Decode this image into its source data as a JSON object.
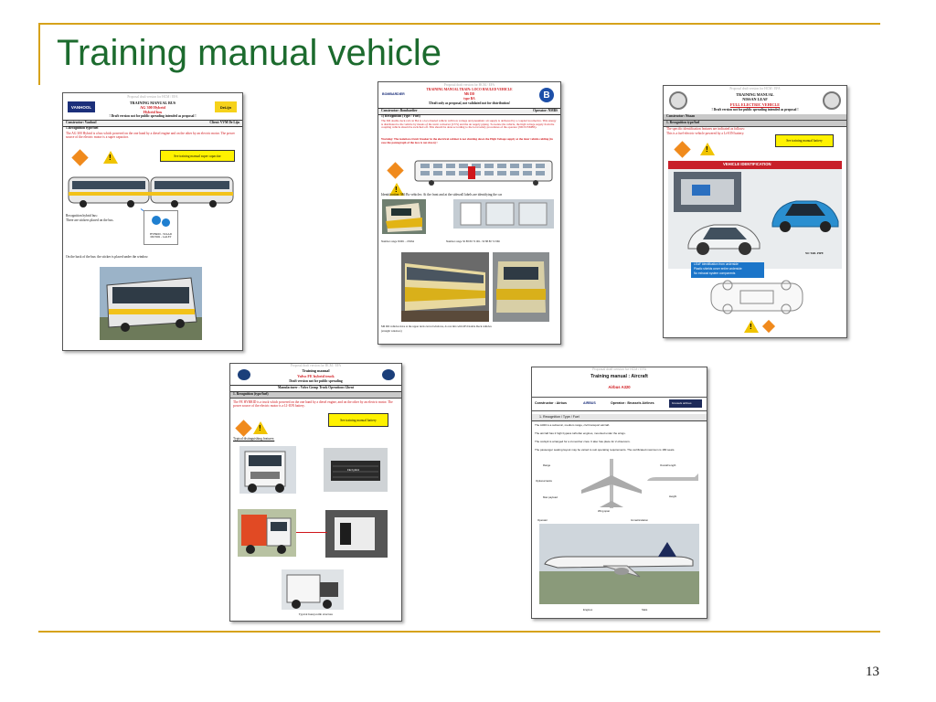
{
  "slide": {
    "title": "Training manual vehicle",
    "page_number": "13"
  },
  "colors": {
    "accent_gold": "#d6a21b",
    "title_green": "#1c6b2e",
    "warning_red": "#d0161b"
  },
  "doc_bus": {
    "logo_left": "VANHOOL",
    "logo_right": "DeLijn",
    "header_grey": "Proposal draft version for HCM / EFA",
    "line1": "TRAINING MANUAL BUS",
    "line2": "AG 300 Hybrid",
    "line3": "Hybrid bus",
    "line4": "! Draft version not for public spreading intended as proposal !",
    "constructor": "Constructor: Vanhool",
    "client": "Client: VVM De Lijn",
    "section": "1.Recognition type/fuel",
    "red_text": "The AG 300 Hybrid is a bus which powered on the one hand by a diesel engine and on the other by an electric motor. The power source of the electric motor is a super capacitor.",
    "ybox": "See training manual super capacitor",
    "sticker_text": "HYBRID - STAAD MOTOR - GALET",
    "recog1": "Recognition hybrid bus:",
    "recog2": "There are stickers placed on the bus.",
    "back_text": "On the back of the bus: the sticker is placed under the window."
  },
  "doc_train": {
    "header_grey": "Proposal draft version for HCM / EFA",
    "line1": "TRAINING MANUAL TRAIN: LOCO HAULED VEHICLE",
    "line2": "M6 DD",
    "line3": "type BA",
    "line4": "!Draft only as proposal, not validated not for distribution!",
    "brand_left": "BOMBARDIER",
    "logo_right": "B",
    "constructor": "Constructor: Bombardier",
    "operator": "Operator: NMBS",
    "section": "1) Recognition (Type / Fuel)",
    "red_text": "The M6 double deck rail car BA is a loco hauled vehicle with low voltage and pneumatic air supply is delivered by a coupled locomotive. This energy is distributed to the vehicle by means of the static converter (CVS) and the air supply piping. To isolate the vehicle, the high voltage supply from the coupling vehicle should be switched off. This should be done according to the local safety procedures of the operator (NICE/NMBS).",
    "warning_text": "Warning: The isolation circuit breaker in the electrical cabinet is not shutting down the High Voltage supply at the inter vehicle cabling (in case the pantograph of the loco is not down) !",
    "ident": "Identification: M6 Bx vehicles: At the front and at the sidewall labels are identifying the car",
    "num1": "Number range 65001 – 65064",
    "num2": "Number range 50 88 80 72 001- 50 88 80 72 066",
    "bottom1": "M6 DD vehicles have at the upper deck curved windows, do not mix with M5 Double Deck vehicles",
    "bottom2": "(straight windows)"
  },
  "doc_leaf": {
    "header_grey": "Proposal draft version for HCM / EFA",
    "line1": "TRAINING MANUAL",
    "line2": "NISSAN LEAF",
    "line3": "FULL ELECTRIC VEHICLE",
    "line4": "! Draft version not for public spreading intended as proposal !",
    "constructor": "Constructor: Nissan",
    "section": "1. Recognition type/fuel",
    "red_text1": "The specific identification features are indicated as follows:",
    "red_text2": "This is a fuel-electric vehicle powered by a Li-ION battery.",
    "ybox": "See training manual battery",
    "banner": "VEHICLE IDENTIFICATION",
    "tailpipe": "NO TAIL PIPE",
    "list": [
      "LEAF identification from underside",
      "Plastic shields cover entire underside",
      "No exhaust system components"
    ]
  },
  "doc_truck": {
    "header_grey": "Proposal draft version for HCM / EFA",
    "line1": "Training manual",
    "line2": "Volvo FE hybrid truck",
    "line3": "Draft version not for public spreading",
    "line4": "Manufacturer : Volvo Group Truck Operations Ghent",
    "section": "1. Recognition (type/fuel)",
    "red_text": "The FE HYBRID is a truck which powered on the one hand by a diesel engine, and on the other by an electric motor. The power source of the electric motor is a LI-ION battery.",
    "ybox": "See training manual battery",
    "typical": "Typical distinguishing features:",
    "badge": "FE hybrid",
    "caption": "Typical honeycomb structure"
  },
  "doc_aircraft": {
    "header_grey": "Proposal draft version for HCM / EFA",
    "line1": "Training manual : Aircraft",
    "line2": "Airbus A320",
    "constructor": "Constructor : Airbus",
    "brand": "AIRBUS",
    "operator": "Operator : Brussels Airlines",
    "operator_logo": "brussels airlines",
    "section": "1.    Recognition / Type / Fuel",
    "para1": "The A320 is a subsonic, medium range, civil transport aircraft.",
    "para2": "The aircraft has 2 high bypass turbofan engines, mounted under the wings.",
    "para3": "The cockpit is arranged for a 2-member crew. It also has place for 2 observers.",
    "para4": "The passenger seating layout may be varied to suit operating requirements. The certificated maximum is 180 seats.",
    "lbl_range": "Range",
    "lbl_fuel": "Optional tanks",
    "lbl_payload": "Max payload",
    "lbl_length": "Overall length",
    "lbl_height": "Height",
    "lbl_wing": "Wing span",
    "lbl_operator": "Operator",
    "lbl_reg": "Immatriculation",
    "lbl_engines": "Engines",
    "lbl_slats": "Slats"
  }
}
